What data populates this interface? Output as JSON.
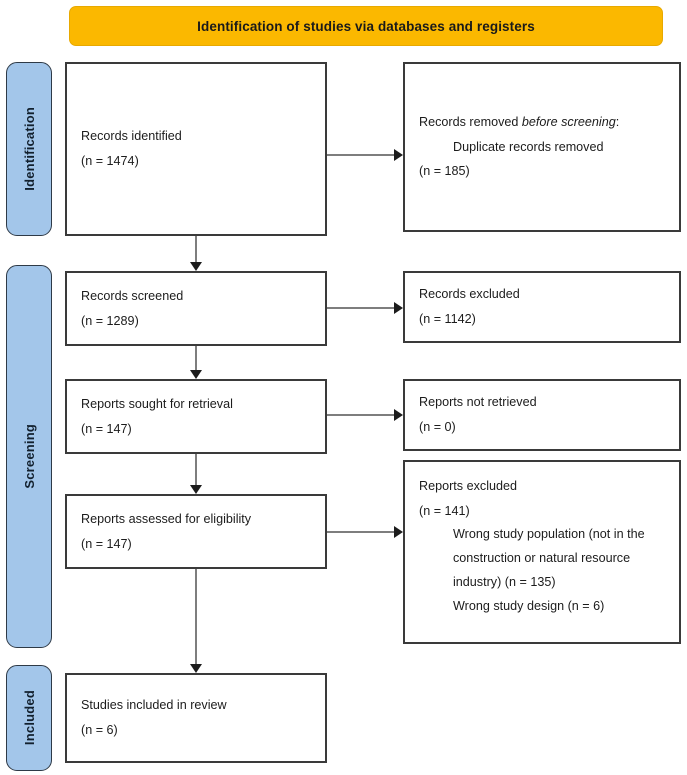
{
  "banner": {
    "title": "Identification of studies via databases and registers",
    "color": "#FBB800"
  },
  "stages": {
    "identification": "Identification",
    "screening": "Screening",
    "included": "Included",
    "color": "#A3C6EA"
  },
  "boxes": {
    "identified": {
      "line1": "Records identified",
      "line2": "(n = 1474)"
    },
    "removed": {
      "line1_prefix": "Records removed ",
      "line1_italic": "before screening",
      "line1_suffix": ":",
      "line2": "Duplicate records removed",
      "line3": "(n = 185)"
    },
    "screened": {
      "line1": "Records screened",
      "line2": "(n = 1289)"
    },
    "excluded_records": {
      "line1": "Records excluded",
      "line2": "(n = 1142)"
    },
    "sought": {
      "line1": "Reports sought for retrieval",
      "line2": "(n = 147)"
    },
    "not_retrieved": {
      "line1": "Reports not retrieved",
      "line2": "(n = 0)"
    },
    "assessed": {
      "line1": "Reports assessed for eligibility",
      "line2": "(n = 147)"
    },
    "excluded_reports": {
      "line1": "Reports excluded",
      "line2": "(n = 141)",
      "reason1": "Wrong study population (not in the construction or natural resource industry) (n = 135)",
      "reason2": "Wrong study design (n = 6)"
    },
    "included": {
      "line1": "Studies included in review",
      "line2": "(n = 6)"
    }
  },
  "chart_data": {
    "type": "diagram",
    "title": "Identification of studies via databases and registers",
    "nodes": [
      {
        "id": "identified",
        "stage": "Identification",
        "label": "Records identified",
        "n": 1474
      },
      {
        "id": "removed",
        "stage": "Identification",
        "label": "Records removed before screening: Duplicate records removed",
        "n": 185
      },
      {
        "id": "screened",
        "stage": "Screening",
        "label": "Records screened",
        "n": 1289
      },
      {
        "id": "excluded_records",
        "stage": "Screening",
        "label": "Records excluded",
        "n": 1142
      },
      {
        "id": "sought",
        "stage": "Screening",
        "label": "Reports sought for retrieval",
        "n": 147
      },
      {
        "id": "not_retrieved",
        "stage": "Screening",
        "label": "Reports not retrieved",
        "n": 0
      },
      {
        "id": "assessed",
        "stage": "Screening",
        "label": "Reports assessed for eligibility",
        "n": 147
      },
      {
        "id": "excluded_reports",
        "stage": "Screening",
        "label": "Reports excluded",
        "n": 141
      },
      {
        "id": "included",
        "stage": "Included",
        "label": "Studies included in review",
        "n": 6
      }
    ],
    "exclusion_reasons": [
      {
        "reason": "Wrong study population (not in the construction or natural resource industry)",
        "n": 135
      },
      {
        "reason": "Wrong study design",
        "n": 6
      }
    ],
    "edges": [
      {
        "from": "identified",
        "to": "removed",
        "direction": "right"
      },
      {
        "from": "identified",
        "to": "screened",
        "direction": "down"
      },
      {
        "from": "screened",
        "to": "excluded_records",
        "direction": "right"
      },
      {
        "from": "screened",
        "to": "sought",
        "direction": "down"
      },
      {
        "from": "sought",
        "to": "not_retrieved",
        "direction": "right"
      },
      {
        "from": "sought",
        "to": "assessed",
        "direction": "down"
      },
      {
        "from": "assessed",
        "to": "excluded_reports",
        "direction": "right"
      },
      {
        "from": "assessed",
        "to": "included",
        "direction": "down"
      }
    ]
  }
}
